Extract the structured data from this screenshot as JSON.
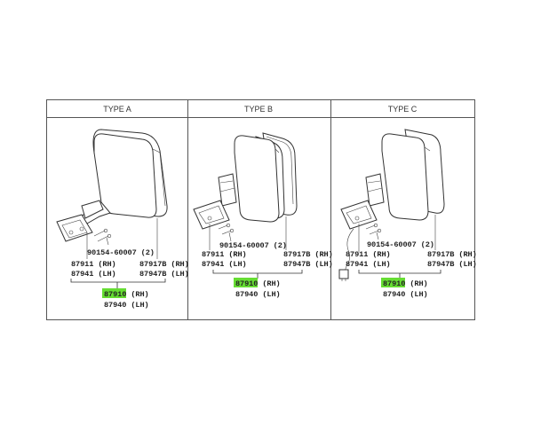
{
  "panels": [
    {
      "title": "TYPE A",
      "parts": {
        "screw": "",
        "bracket_rh": "87911 (RH)",
        "bracket_lh": "87941 (LH)",
        "glass_rh": "87917B (RH)",
        "glass_lh": "87947B (LH)",
        "assy_rh_num": "87910",
        "assy_rh_suffix": " (RH)",
        "assy_lh": "87940 (LH)"
      }
    },
    {
      "title": "TYPE B",
      "parts": {
        "screw": "90154-60007 (2)",
        "bracket_rh": "87911 (RH)",
        "bracket_lh": "87941 (LH)",
        "glass_rh": "87917B (RH)",
        "glass_lh": "87947B (LH)",
        "assy_rh_num": "87910",
        "assy_rh_suffix": " (RH)",
        "assy_lh": "87940 (LH)"
      }
    },
    {
      "title": "TYPE C",
      "parts": {
        "screw": "90154-60007 (2)",
        "bracket_rh": "87911 (RH)",
        "bracket_lh": "87941 (LH)",
        "glass_rh": "87917B (RH)",
        "glass_lh": "87947B (LH)",
        "assy_rh_num": "87910",
        "assy_rh_suffix": " (RH)",
        "assy_lh": "87940 (LH)"
      }
    }
  ],
  "panel_a_screw": "90154-60007 (2)",
  "highlight_color": "#66dd33"
}
